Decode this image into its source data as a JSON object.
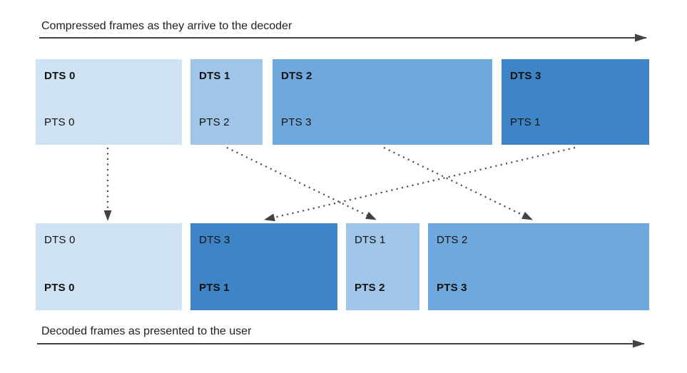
{
  "diagram": {
    "top_axis_label": "Compressed frames as they arrive to the decoder",
    "bottom_axis_label": "Decoded frames as presented to the user"
  },
  "compressed_frames": [
    {
      "dts": "DTS 0",
      "pts": "PTS 0",
      "color": "#cfe2f3"
    },
    {
      "dts": "DTS 1",
      "pts": "PTS 2",
      "color": "#9fc5e8"
    },
    {
      "dts": "DTS 2",
      "pts": "PTS 3",
      "color": "#6fa8dc"
    },
    {
      "dts": "DTS 3",
      "pts": "PTS 1",
      "color": "#3d85c6"
    }
  ],
  "decoded_frames": [
    {
      "dts": "DTS 0",
      "pts": "PTS 0",
      "color": "#cfe2f3"
    },
    {
      "dts": "DTS 3",
      "pts": "PTS 1",
      "color": "#3d85c6"
    },
    {
      "dts": "DTS 1",
      "pts": "PTS 2",
      "color": "#9fc5e8"
    },
    {
      "dts": "DTS 2",
      "pts": "PTS 3",
      "color": "#6fa8dc"
    }
  ],
  "reorder_mapping": [
    {
      "from_compressed": "DTS 0 / PTS 0",
      "to_decoded": "DTS 0 / PTS 0"
    },
    {
      "from_compressed": "DTS 1 / PTS 2",
      "to_decoded": "DTS 1 / PTS 2"
    },
    {
      "from_compressed": "DTS 2 / PTS 3",
      "to_decoded": "DTS 2 / PTS 3"
    },
    {
      "from_compressed": "DTS 3 / PTS 1",
      "to_decoded": "DTS 3 / PTS 1"
    }
  ],
  "colors": {
    "frame_lightest": "#cfe2f3",
    "frame_light": "#9fc5e8",
    "frame_medium": "#6fa8dc",
    "frame_dark": "#3d85c6",
    "connector": "#424242",
    "text": "#212121"
  }
}
